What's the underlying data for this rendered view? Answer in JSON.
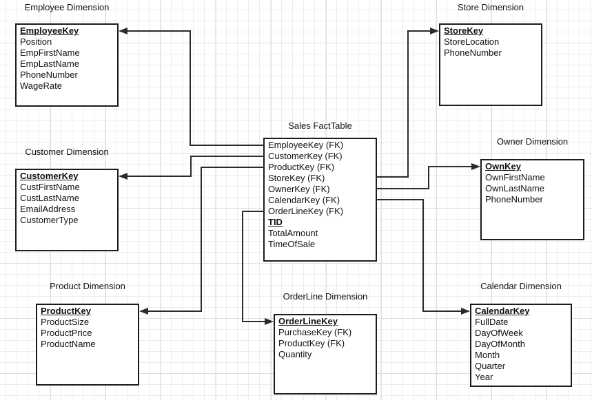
{
  "diagram": {
    "colors": {
      "background": "#ffffff",
      "grid_minor": "#ededed",
      "grid_major": "#dfdfdf",
      "shape_border": "#1c1c1c",
      "connector_line": "#2b2b2b",
      "text": "#111111"
    },
    "tables": {
      "employee": {
        "title": "Employee Dimension",
        "primary_key": "EmployeeKey",
        "fields": [
          "EmployeeKey",
          "Position",
          "EmpFirstName",
          "EmpLastName",
          "PhoneNumber",
          "WageRate"
        ]
      },
      "store": {
        "title": "Store Dimension",
        "primary_key": "StoreKey",
        "fields": [
          "StoreKey",
          "StoreLocation",
          "PhoneNumber"
        ]
      },
      "customer": {
        "title": "Customer Dimension",
        "primary_key": "CustomerKey",
        "fields": [
          "CustomerKey",
          "CustFirstName",
          "CustLastName",
          "EmailAddress",
          "CustomerType"
        ]
      },
      "owner": {
        "title": "Owner Dimension",
        "primary_key": "OwnKey",
        "fields": [
          "OwnKey",
          "OwnFirstName",
          "OwnLastName",
          "PhoneNumber"
        ]
      },
      "product": {
        "title": "Product Dimension",
        "primary_key": "ProductKey",
        "fields": [
          "ProductKey",
          "ProductSize",
          "ProductPrice",
          "ProductName"
        ]
      },
      "orderline": {
        "title": "OrderLine Dimension",
        "primary_key": "OrderLineKey",
        "fields": [
          "OrderLineKey",
          "PurchaseKey (FK)",
          "ProductKey (FK)",
          "Quantity"
        ]
      },
      "calendar": {
        "title": "Calendar Dimension",
        "primary_key": "CalendarKey",
        "fields": [
          "CalendarKey",
          "FullDate",
          "DayOfWeek",
          "DayOfMonth",
          "Month",
          "Quarter",
          "Year"
        ]
      },
      "fact": {
        "title": "Sales FactTable",
        "primary_key": "TID",
        "fields": [
          "EmployeeKey (FK)",
          "CustomerKey (FK)",
          "ProductKey (FK)",
          "StoreKey (FK)",
          "OwnerKey (FK)",
          "CalendarKey (FK)",
          "OrderLineKey (FK)",
          "TID",
          "TotalAmount",
          "TimeOfSale"
        ]
      }
    },
    "relationships": [
      {
        "from": "Sales FactTable.EmployeeKey (FK)",
        "to": "Employee Dimension.EmployeeKey"
      },
      {
        "from": "Sales FactTable.CustomerKey (FK)",
        "to": "Customer Dimension.CustomerKey"
      },
      {
        "from": "Sales FactTable.ProductKey (FK)",
        "to": "Product Dimension.ProductKey"
      },
      {
        "from": "Sales FactTable.StoreKey (FK)",
        "to": "Store Dimension.StoreKey"
      },
      {
        "from": "Sales FactTable.OwnerKey (FK)",
        "to": "Owner Dimension.OwnKey"
      },
      {
        "from": "Sales FactTable.CalendarKey (FK)",
        "to": "Calendar Dimension.CalendarKey"
      },
      {
        "from": "Sales FactTable.OrderLineKey (FK)",
        "to": "OrderLine Dimension.OrderLineKey"
      }
    ]
  }
}
